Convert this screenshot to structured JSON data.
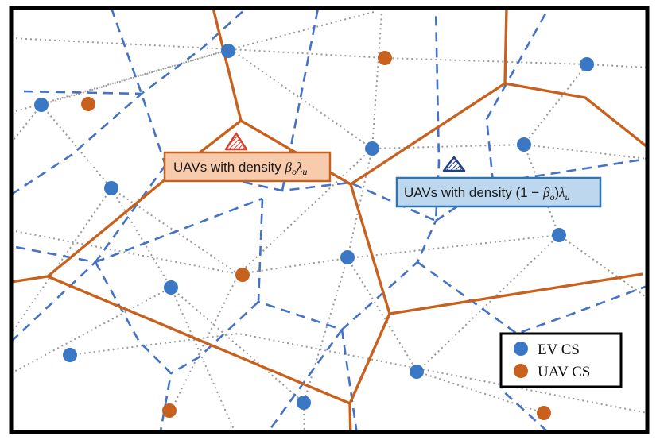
{
  "colors": {
    "frame": "#000000",
    "ev_cs": "#3a78c5",
    "uav_cs": "#c8611e",
    "voronoi_uav": "#c8611e",
    "voronoi_ev": "#4472c4",
    "delaunay": "#9a9a9a",
    "callout_orange_fill": "#f8cbad",
    "callout_orange_stroke": "#c8611e",
    "callout_blue_fill": "#bdd7ee",
    "callout_blue_stroke": "#2e75b6"
  },
  "callouts": {
    "left": {
      "prefix": "UAVs with density ",
      "math": "β",
      "math_sub": "o",
      "math2": "λ",
      "math2_sub": "u"
    },
    "right": {
      "prefix": "UAVs with density ",
      "paren_open": "(1 − ",
      "math": "β",
      "math_sub": "o",
      "paren_close": ")",
      "math2": "λ",
      "math2_sub": "u"
    }
  },
  "legend": {
    "items": [
      {
        "label": "EV CS",
        "icon": "blue-dot-icon"
      },
      {
        "label": "UAV CS",
        "icon": "orange-dot-icon"
      }
    ]
  },
  "icons": {
    "uav_marker_left": "hatched-triangle-icon",
    "uav_marker_right": "hatched-triangle-icon"
  }
}
